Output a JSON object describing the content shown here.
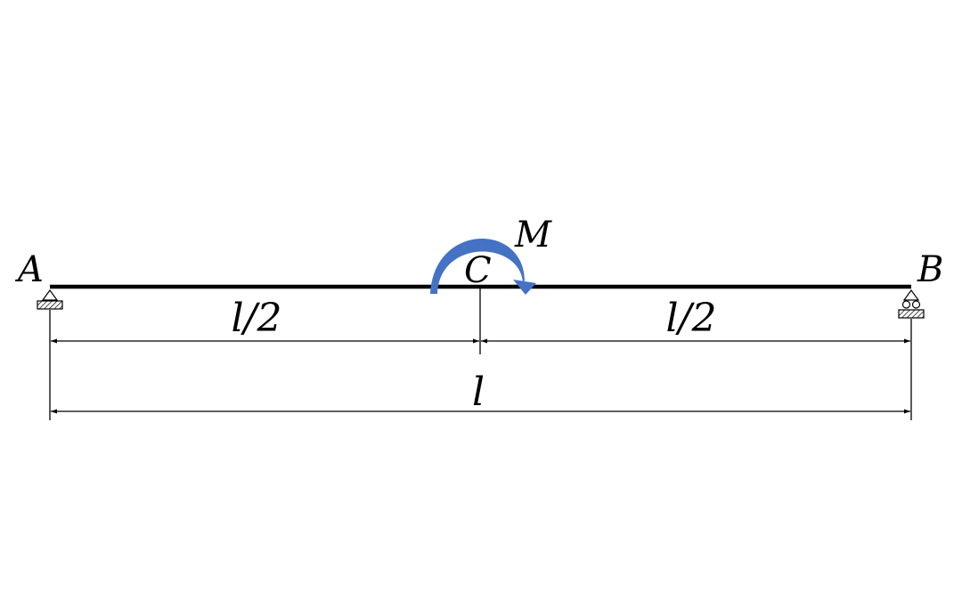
{
  "diagram": {
    "type": "simply-supported beam with concentrated moment",
    "points": {
      "a": "A",
      "b": "B",
      "c": "C"
    },
    "load": {
      "moment_label": "M",
      "moment_color": "#4472C4",
      "direction": "clockwise"
    },
    "supports": {
      "a": "pinned support",
      "b": "roller support"
    },
    "dimensions": {
      "left_half": "l/2",
      "right_half": "l/2",
      "total": "l"
    },
    "colors": {
      "beam": "#000000",
      "dimension_lines": "#000000"
    }
  }
}
